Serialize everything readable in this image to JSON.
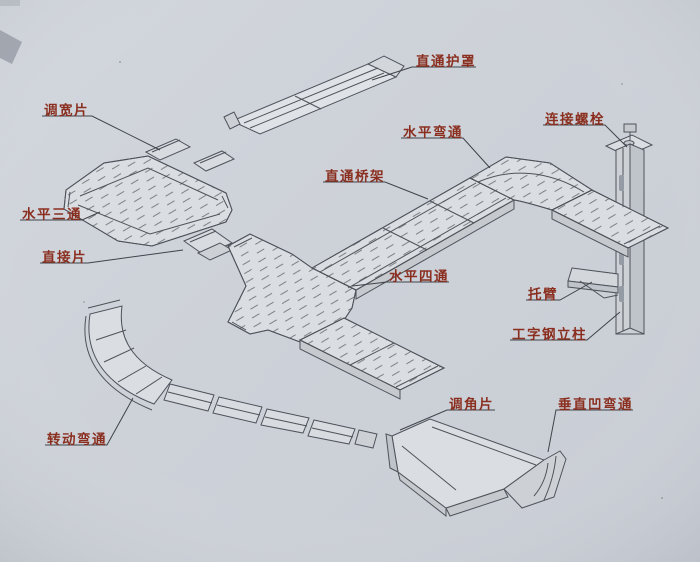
{
  "page": {
    "colors": {
      "paper": "#cdd1d8",
      "label": "#8a2f1f",
      "line": "#4e525a",
      "part_top": "#dadde1",
      "part_side": "#c6cacf",
      "hatch": "#666b72"
    }
  },
  "diagram": {
    "type": "isometric-parts-diagram",
    "subject": "cable tray bridge assembly with labeled components",
    "labels": [
      {
        "id": "straight-cover",
        "text": "直通护罩"
      },
      {
        "id": "width-adjust-piece",
        "text": "调宽片"
      },
      {
        "id": "horizontal-elbow",
        "text": "水平弯通"
      },
      {
        "id": "connecting-bolt",
        "text": "连接螺栓"
      },
      {
        "id": "straight-tray",
        "text": "直通桥架"
      },
      {
        "id": "horizontal-tee",
        "text": "水平三通"
      },
      {
        "id": "connector-piece",
        "text": "直接片"
      },
      {
        "id": "horizontal-cross",
        "text": "水平四通"
      },
      {
        "id": "bracket-arm",
        "text": "托臂"
      },
      {
        "id": "i-beam-column",
        "text": "工字钢立柱"
      },
      {
        "id": "angle-adjust-piece",
        "text": "调角片"
      },
      {
        "id": "vertical-concave-elbow",
        "text": "垂直凹弯通"
      },
      {
        "id": "rotating-elbow",
        "text": "转动弯通"
      }
    ]
  }
}
